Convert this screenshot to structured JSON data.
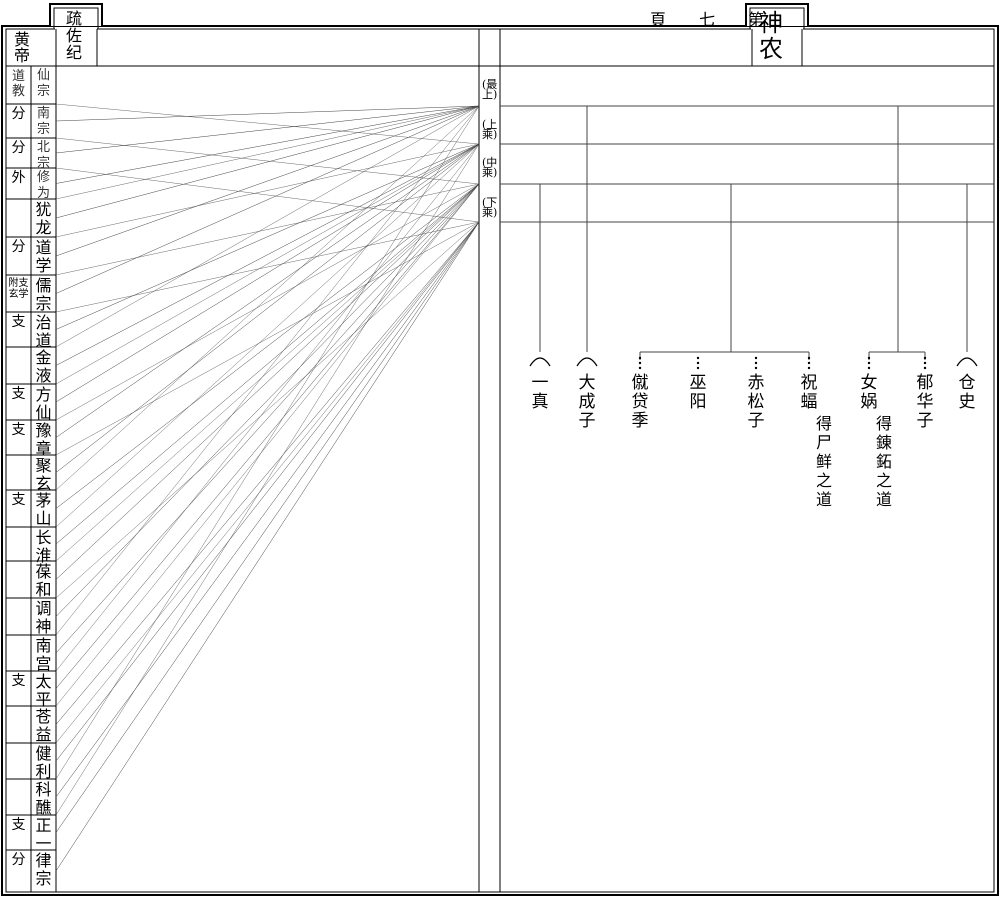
{
  "page_label": "頁 七 第",
  "header": {
    "left_tab": "疏佐纪",
    "left_label": "黄帝",
    "right_tab": "神农"
  },
  "left_rows": [
    {
      "cat": "道教",
      "name": "仙宗"
    },
    {
      "cat": "分",
      "name": "南宗"
    },
    {
      "cat": "分",
      "name": "北宗"
    },
    {
      "cat": "外",
      "name": "修为"
    },
    {
      "cat": "",
      "name": "犹龙"
    },
    {
      "cat": "分",
      "name": "道学"
    },
    {
      "cat": "附支玄学",
      "name": "儒宗"
    },
    {
      "cat": "支",
      "name": "治道"
    },
    {
      "cat": "",
      "name": "金液"
    },
    {
      "cat": "支",
      "name": "方仙"
    },
    {
      "cat": "支",
      "name": "豫章"
    },
    {
      "cat": "",
      "name": "聚玄"
    },
    {
      "cat": "支",
      "name": "茅山"
    },
    {
      "cat": "",
      "name": "长淮"
    },
    {
      "cat": "",
      "name": "葆和"
    },
    {
      "cat": "",
      "name": "调神"
    },
    {
      "cat": "",
      "name": "南宫"
    },
    {
      "cat": "支",
      "name": "太平"
    },
    {
      "cat": "",
      "name": "苍益"
    },
    {
      "cat": "",
      "name": "健利"
    },
    {
      "cat": "",
      "name": "科醮"
    },
    {
      "cat": "支",
      "name": "正一"
    },
    {
      "cat": "分",
      "name": "律宗"
    }
  ],
  "levels": [
    "(最上)",
    "(上乘)",
    "(中乘)",
    "(下乘)"
  ],
  "people": [
    {
      "name": "一真",
      "note": ""
    },
    {
      "name": "大成子",
      "note": ""
    },
    {
      "name": "僦贷季",
      "note": ""
    },
    {
      "name": "巫阳",
      "note": ""
    },
    {
      "name": "赤松子",
      "note": ""
    },
    {
      "name": "祝蝠",
      "note": "得尸鲜之道"
    },
    {
      "name": "女娲",
      "note": "得錬鉐之道"
    },
    {
      "name": "郁华子",
      "note": ""
    },
    {
      "name": "仓史",
      "note": ""
    }
  ]
}
